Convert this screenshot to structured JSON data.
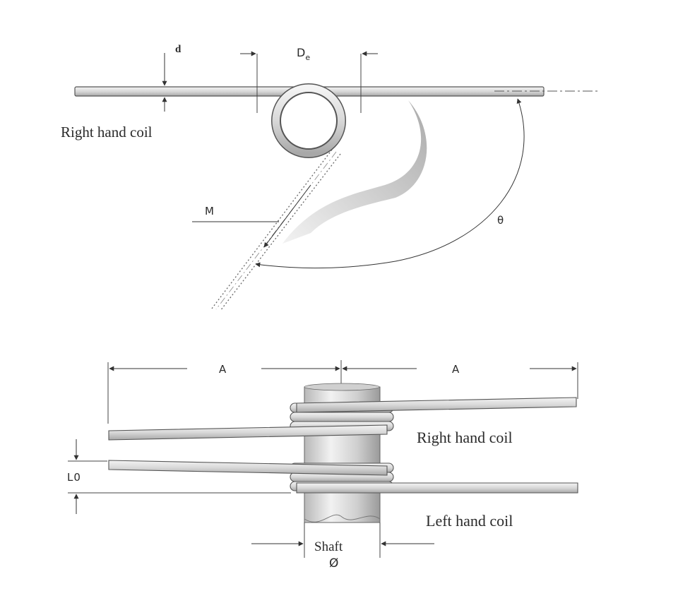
{
  "top_view": {
    "wire_diameter_label": "d",
    "coil_diameter_label": "D",
    "coil_diameter_subscript": "e",
    "coil_caption": "Right hand coil",
    "moment_label": "M",
    "angle_label": "θ"
  },
  "side_view": {
    "leg_length_left_label": "A",
    "leg_length_right_label": "A",
    "right_coil_caption": "Right hand coil",
    "left_coil_caption": "Left hand coil",
    "body_length_label": "L",
    "body_length_subscript": "0",
    "shaft_label": "Shaft",
    "shaft_symbol": "Ø"
  },
  "colors": {
    "wire_fill": "#dcdcdc",
    "wire_stroke": "#555555",
    "shading": "#b5b5b5",
    "line": "#333333"
  }
}
